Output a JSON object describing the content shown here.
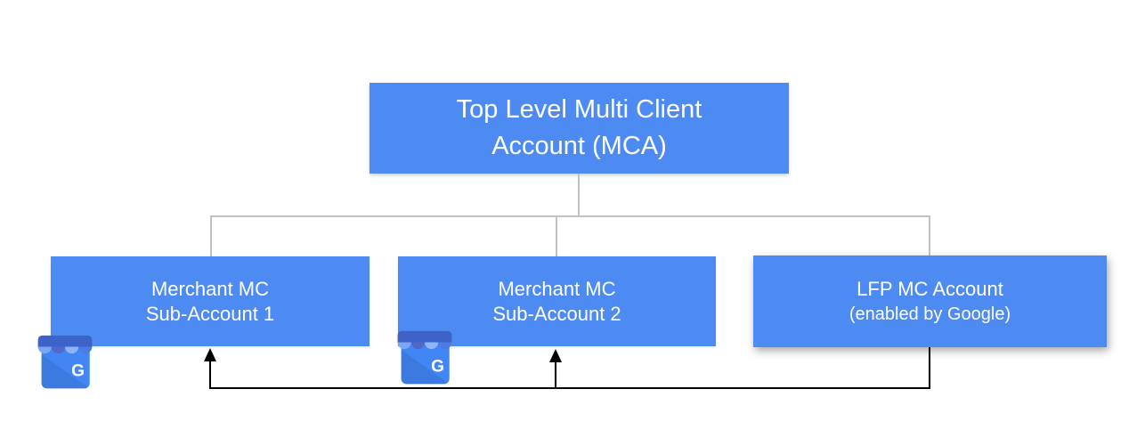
{
  "nodes": {
    "root": {
      "line1": "Top Level Multi Client",
      "line2": "Account (MCA)"
    },
    "sub1": {
      "line1": "Merchant MC",
      "line2": "Sub-Account 1"
    },
    "sub2": {
      "line1": "Merchant MC",
      "line2": "Sub-Account 2"
    },
    "lfp": {
      "line1": "LFP MC Account",
      "line2": "(enabled by Google)"
    }
  },
  "icons": {
    "gmb": {
      "name": "google-my-business-icon",
      "letter": "G"
    }
  },
  "colors": {
    "node_fill": "#4d8af1",
    "node_text": "#ffffff",
    "tree_line": "#c2c2c2",
    "arrow": "#000000",
    "gmb_body": "#4285f4",
    "gmb_band": "#3d63c9",
    "gmb_scallop1": "#7aa6f4",
    "gmb_scallop2": "#5267c8",
    "gmb_scallop3": "#8fb5f8",
    "gmb_scallop4": "#4b7ce4"
  }
}
